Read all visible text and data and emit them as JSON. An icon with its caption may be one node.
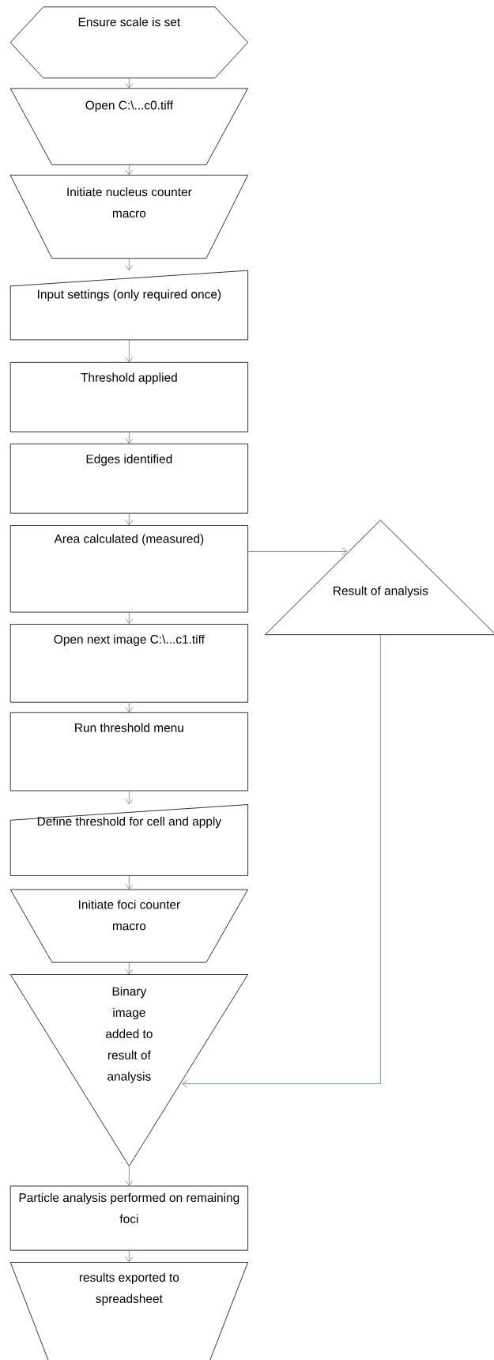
{
  "diagram": {
    "nodes": [
      {
        "text": [
          "Ensure scale is set"
        ]
      },
      {
        "text": [
          "Open C:\\...c0.tiff"
        ]
      },
      {
        "text": [
          "Initiate nucleus counter macro"
        ]
      },
      {
        "text": [
          "Input settings (only required once)"
        ]
      },
      {
        "text": [
          "Threshold applied"
        ]
      },
      {
        "text": [
          "Edges identified"
        ]
      },
      {
        "text": [
          "Area calculated (measured)"
        ]
      },
      {
        "text": [
          "Result of analysis"
        ]
      },
      {
        "text": [
          "Open next image C:\\...c1.tiff"
        ]
      },
      {
        "text": [
          "Run threshold menu"
        ]
      },
      {
        "text": [
          "Define threshold for cell and apply"
        ]
      },
      {
        "text": [
          "Initiate foci counter macro"
        ]
      },
      {
        "text": [
          "Binary image added to result of analysis"
        ]
      },
      {
        "text": [
          "Particle analysis performed on remaining foci"
        ]
      },
      {
        "text": [
          "results exported to spreadsheet"
        ]
      }
    ],
    "edges": [
      {
        "from": 0,
        "to": 1,
        "arrow": "to"
      },
      {
        "from": 1,
        "to": 2,
        "arrow": "to"
      },
      {
        "from": 2,
        "to": 3,
        "arrow": "to"
      },
      {
        "from": 3,
        "to": 4,
        "arrow": "to"
      },
      {
        "from": 4,
        "to": 5,
        "arrow": "to"
      },
      {
        "from": 5,
        "to": 6,
        "arrow": "to"
      },
      {
        "from": 6,
        "to": 7,
        "arrow": "to"
      },
      {
        "from": 6,
        "to": 8,
        "arrow": "to"
      },
      {
        "from": 8,
        "to": 9,
        "arrow": "to"
      },
      {
        "from": 9,
        "to": 10,
        "arrow": "to"
      },
      {
        "from": 10,
        "to": 11,
        "arrow": "to"
      },
      {
        "from": 11,
        "to": 12,
        "arrow": "to"
      },
      {
        "from": 7,
        "to": 12,
        "arrow": "to"
      },
      {
        "from": 12,
        "to": 13,
        "arrow": "to"
      },
      {
        "from": 13,
        "to": 14,
        "arrow": "to"
      }
    ]
  }
}
